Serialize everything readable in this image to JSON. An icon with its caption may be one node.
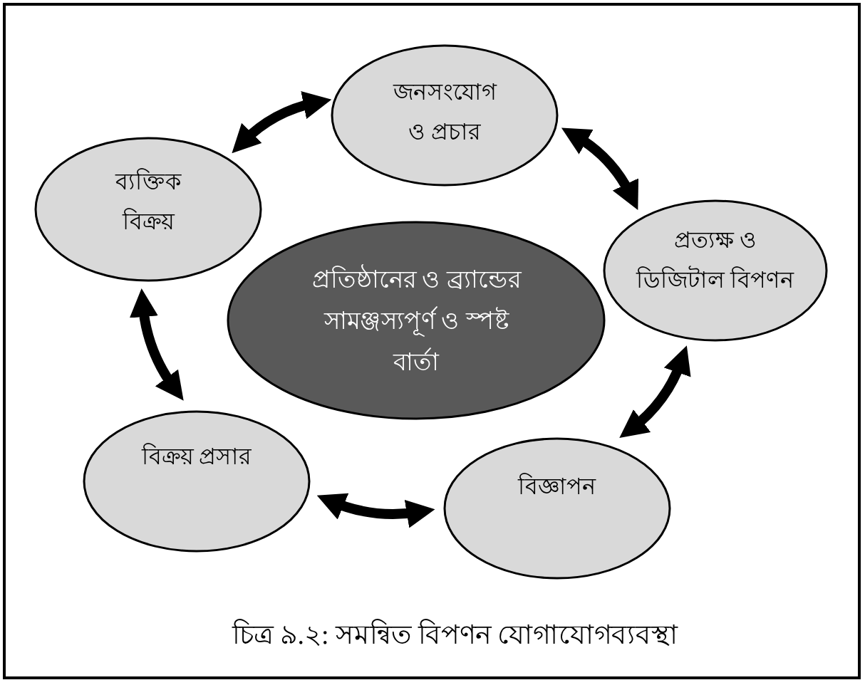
{
  "diagram": {
    "caption": "চিত্র ৯.২: সমন্বিত বিপণন যোগাযোগব্যবস্থা",
    "nodes": [
      {
        "text": [
          "জনসংযোগ ও প্রচার"
        ]
      },
      {
        "text": [
          "ব্যক্তিক বিক্রয়"
        ]
      },
      {
        "text": [
          "প্রতিষ্ঠানের ও ব্র্যান্ডের সামঞ্জস্যপূর্ণ ও স্পষ্ট বার্তা"
        ]
      },
      {
        "text": [
          "প্রত্যক্ষ ও ডিজিটাল বিপণন"
        ]
      },
      {
        "text": [
          "বিক্রয় প্রসার"
        ]
      },
      {
        "text": [
          "বিজ্ঞাপন"
        ]
      }
    ],
    "edges": [
      {
        "from": 1,
        "to": 0,
        "arrow": "both"
      },
      {
        "from": 0,
        "to": 3,
        "arrow": "both"
      },
      {
        "from": 3,
        "to": 5,
        "arrow": "both"
      },
      {
        "from": 5,
        "to": 4,
        "arrow": "both"
      },
      {
        "from": 4,
        "to": 1,
        "arrow": "both"
      }
    ]
  }
}
